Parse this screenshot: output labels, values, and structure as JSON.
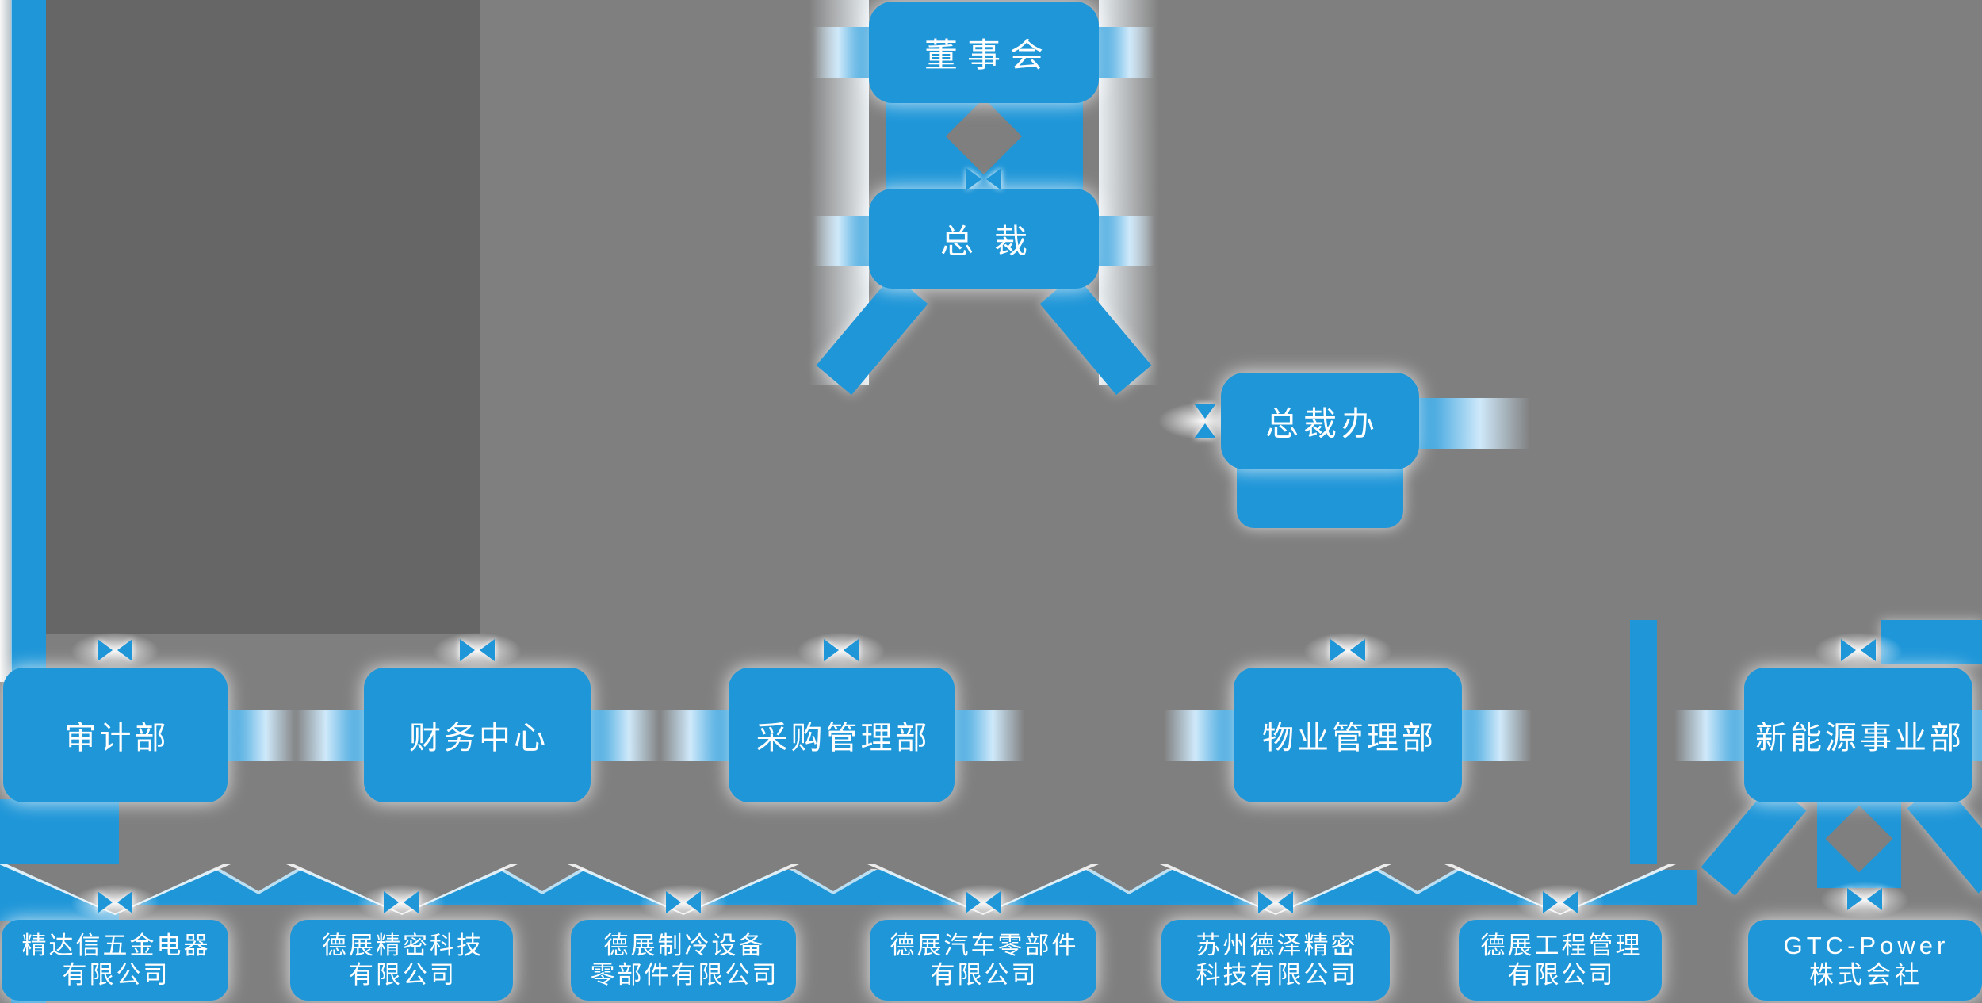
{
  "palette": {
    "base_background": "#7f7f7f",
    "panel_background": "#666666",
    "accent_blue": "#1e96d8",
    "glow_light": "#cfe9fa",
    "text_color": "#ffffff"
  },
  "org": {
    "board": {
      "label": "董事会"
    },
    "president": {
      "label": "总裁"
    },
    "president_office": {
      "label": "总裁办"
    },
    "departments": [
      {
        "label": "审计部"
      },
      {
        "label": "财务中心"
      },
      {
        "label": "采购管理部"
      },
      {
        "label": "物业管理部"
      },
      {
        "label": "新能源事业部"
      }
    ],
    "companies": [
      {
        "line1": "精达信五金电器",
        "line2": "有限公司"
      },
      {
        "line1": "德展精密科技",
        "line2": "有限公司"
      },
      {
        "line1": "德展制冷设备",
        "line2": "零部件有限公司"
      },
      {
        "line1": "德展汽车零部件",
        "line2": "有限公司"
      },
      {
        "line1": "苏州德泽精密",
        "line2": "科技有限公司"
      },
      {
        "line1": "德展工程管理",
        "line2": "有限公司"
      },
      {
        "line1": "GTC-Power",
        "line2": "株式会社"
      }
    ]
  }
}
